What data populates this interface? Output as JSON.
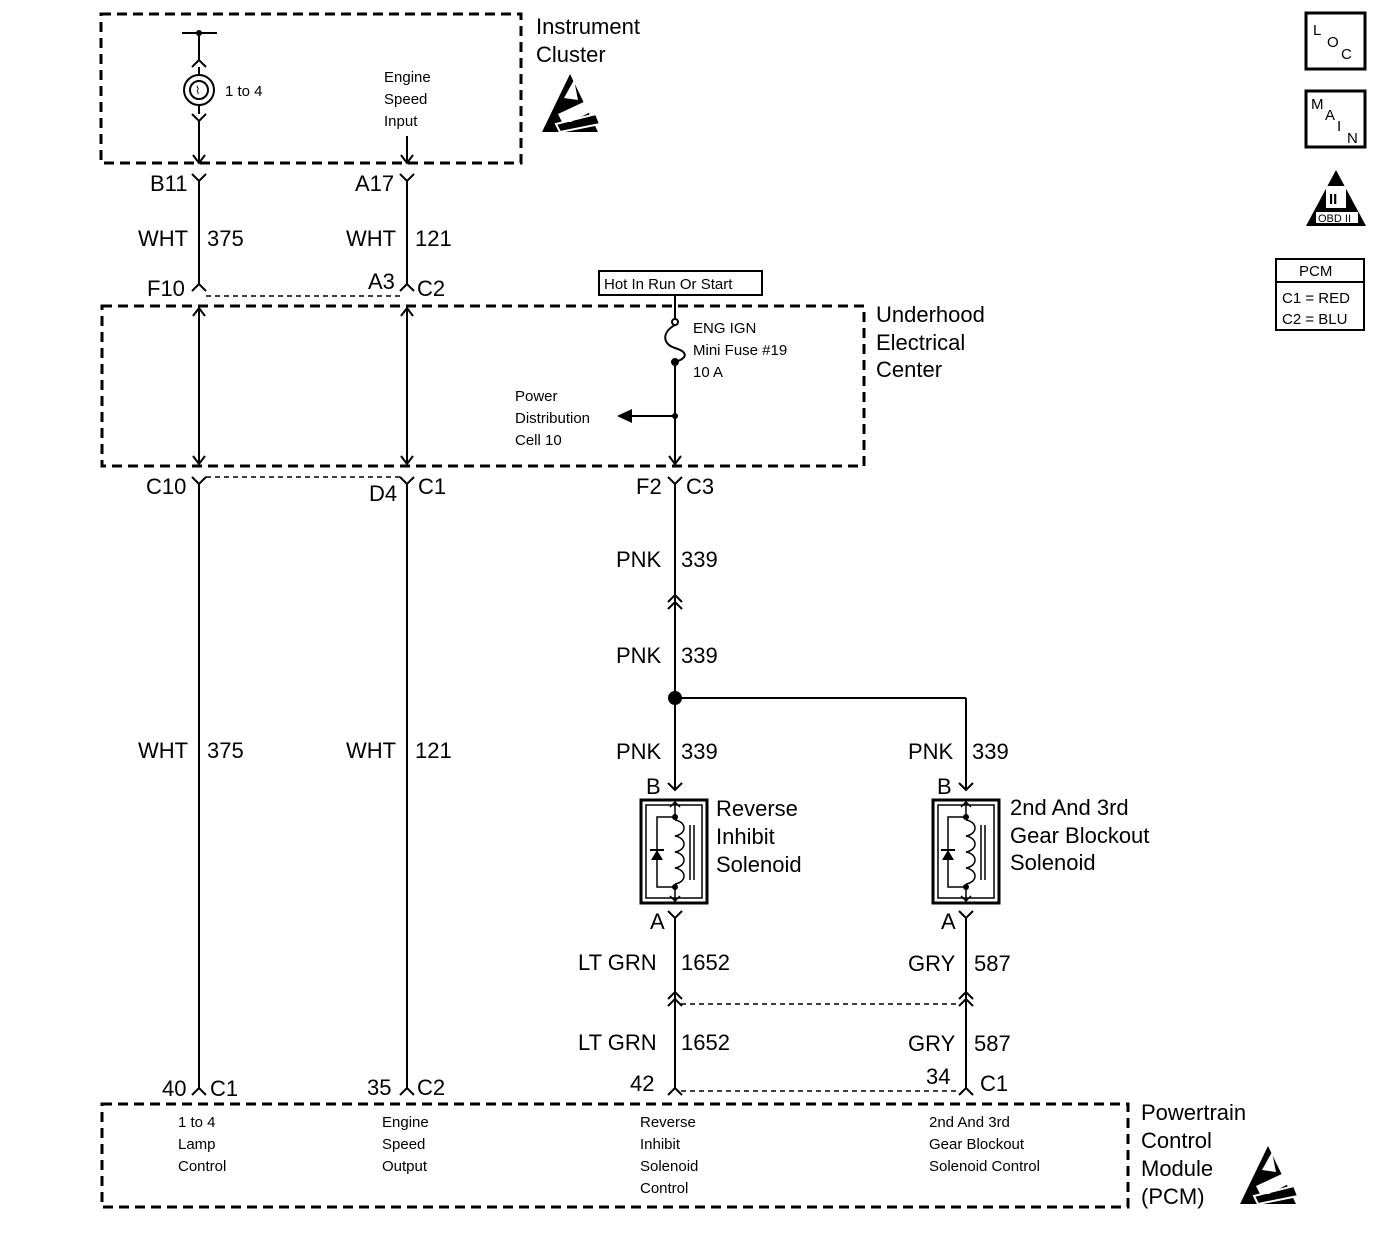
{
  "modules": {
    "instrument_cluster": {
      "name_line1": "Instrument",
      "name_line2": "Cluster"
    },
    "uec": {
      "name_line1": "Underhood",
      "name_line2": "Electrical",
      "name_line3": "Center"
    },
    "pcm": {
      "name_line1": "Powertrain",
      "name_line2": "Control",
      "name_line3": "Module",
      "name_line4": "(PCM)"
    }
  },
  "cluster_internal": {
    "lamp_ratio": "1 to 4",
    "engine_speed_l1": "Engine",
    "engine_speed_l2": "Speed",
    "engine_speed_l3": "Input"
  },
  "uec_internal": {
    "hot_label": "Hot In Run Or Start",
    "fuse_l1": "ENG IGN",
    "fuse_l2": "Mini Fuse #19",
    "fuse_l3": "10 A",
    "pd_l1": "Power",
    "pd_l2": "Distribution",
    "pd_l3": "Cell 10"
  },
  "pins": {
    "b11": "B11",
    "a17": "A17",
    "f10": "F10",
    "a3": "A3",
    "c2_top": "C2",
    "c10": "C10",
    "d4": "D4",
    "c1_mid": "C1",
    "f2": "F2",
    "c3": "C3",
    "rev_b": "B",
    "rev_a": "A",
    "gear_b": "B",
    "gear_a": "A",
    "p40": "40",
    "c1_pcm_a": "C1",
    "p35": "35",
    "c2_pcm": "C2",
    "p42": "42",
    "p34": "34",
    "c1_pcm_b": "C1"
  },
  "wires": {
    "wht": "WHT",
    "n375": "375",
    "n121": "121",
    "pnk": "PNK",
    "n339": "339",
    "ltgrn": "LT GRN",
    "n1652": "1652",
    "gry": "GRY",
    "n587": "587"
  },
  "components": {
    "reverse_l1": "Reverse",
    "reverse_l2": "Inhibit",
    "reverse_l3": "Solenoid",
    "gear_l1": "2nd And 3rd",
    "gear_l2": "Gear Blockout",
    "gear_l3": "Solenoid"
  },
  "pcm_functions": {
    "f1_l1": "1 to 4",
    "f1_l2": "Lamp",
    "f1_l3": "Control",
    "f2_l1": "Engine",
    "f2_l2": "Speed",
    "f2_l3": "Output",
    "f3_l1": "Reverse",
    "f3_l2": "Inhibit",
    "f3_l3": "Solenoid",
    "f3_l4": "Control",
    "f4_l1": "2nd And 3rd",
    "f4_l2": "Gear Blockout",
    "f4_l3": "Solenoid Control"
  },
  "legend": {
    "loc_l": "L",
    "loc_o": "O",
    "loc_c": "C",
    "main_m": "M",
    "main_a": "A",
    "main_i": "I",
    "main_n": "N",
    "obd_roman": "II",
    "obd_text": "OBD II",
    "pcm_title": "PCM",
    "pcm_c1": "C1 = RED",
    "pcm_c2": "C2 = BLU"
  },
  "icons": [
    "esd-warning-icon",
    "lamp-icon",
    "fuse-icon",
    "diode-icon",
    "coil-icon",
    "loc-icon",
    "main-icon",
    "obd-ii-icon"
  ]
}
